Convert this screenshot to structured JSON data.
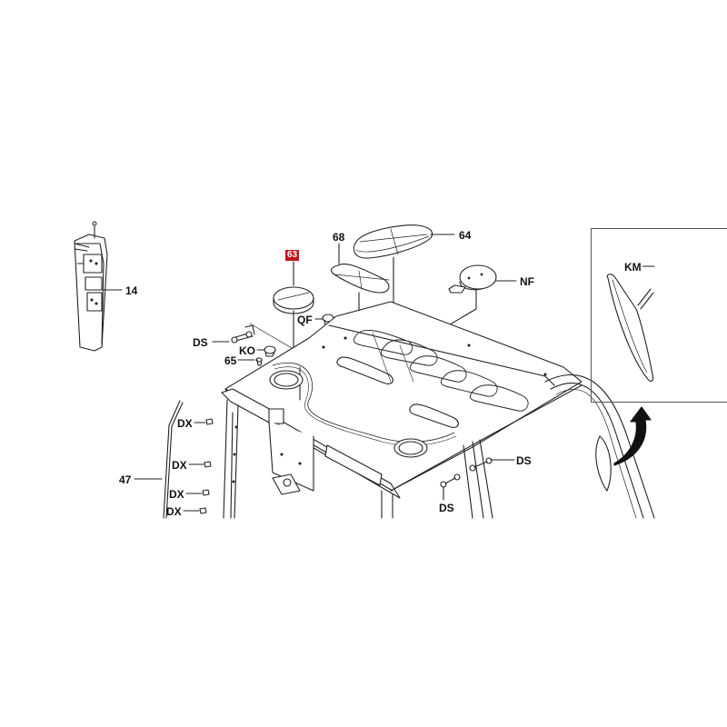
{
  "diagram": {
    "type": "exploded parts diagram",
    "subject": "vehicle cab roof assembly",
    "highlighted_part": {
      "label": "63",
      "color": "#c0161c"
    },
    "labels": {
      "p14": "14",
      "p63": "63",
      "p68": "68",
      "p64": "64",
      "nf": "NF",
      "qf": "QF",
      "ds_left": "DS",
      "ko": "KO",
      "p65": "65",
      "dx1": "DX",
      "dx2": "DX",
      "dx3": "DX",
      "dx4": "DX",
      "p47": "47",
      "ds_right": "DS",
      "ds_bottom": "DS",
      "km": "KM"
    },
    "inset": {
      "label": "KM",
      "content": "mirror detail"
    },
    "colors": {
      "line": "#222222",
      "background": "#ffffff",
      "highlight": "#c0161c"
    }
  }
}
